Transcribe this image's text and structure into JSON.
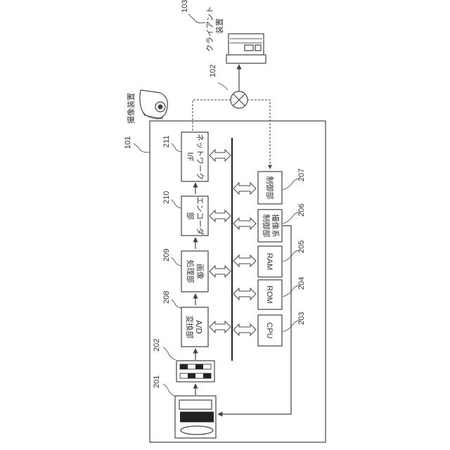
{
  "refs": {
    "r101": "101",
    "r102": "102",
    "r103": "103",
    "r201": "201",
    "r202": "202",
    "r203": "203",
    "r204": "204",
    "r205": "205",
    "r206": "206",
    "r207": "207",
    "r208": "208",
    "r209": "209",
    "r210": "210",
    "r211": "211"
  },
  "labels": {
    "camera_device": "撮像装置",
    "client_line1": "クライアント",
    "client_line2": "装置",
    "ad_line1": "A/D",
    "ad_line2": "変換部",
    "img_line1": "画像",
    "img_line2": "処理部",
    "enc_line1": "エンコーダ",
    "enc_line2": "部",
    "net_line1": "ネットワーク",
    "net_line2": "I/F",
    "cpu": "CPU",
    "rom": "ROM",
    "ram": "RAM",
    "imgctrl_line1": "撮像系",
    "imgctrl_line2": "制御部",
    "ctrl": "制御部"
  }
}
